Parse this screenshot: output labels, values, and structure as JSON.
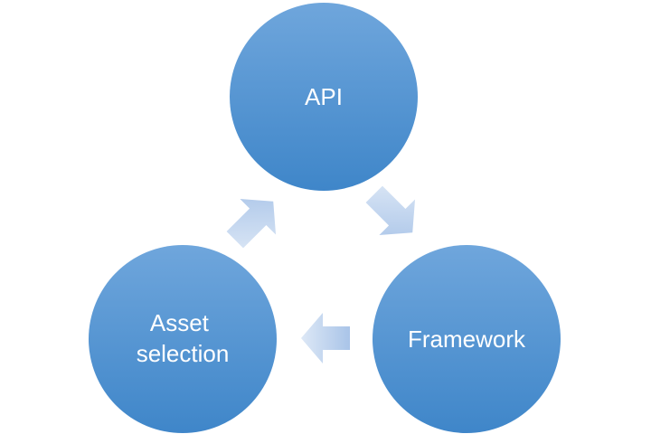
{
  "diagram": {
    "type": "cycle",
    "nodes": [
      {
        "id": "api",
        "label_lines": [
          "API"
        ]
      },
      {
        "id": "framework",
        "label_lines": [
          "Framework"
        ]
      },
      {
        "id": "asset-selection",
        "label_lines": [
          "Asset",
          "selection"
        ]
      }
    ],
    "arrows": [
      {
        "from": "api",
        "to": "framework"
      },
      {
        "from": "framework",
        "to": "asset-selection"
      },
      {
        "from": "asset-selection",
        "to": "api"
      }
    ],
    "colors": {
      "node_fill_top": "#6fa6dc",
      "node_fill_bottom": "#3f86c9",
      "arrow_fill_light": "#dde8f6",
      "arrow_fill_dark": "#a9c4e8",
      "label_color": "#ffffff"
    }
  }
}
